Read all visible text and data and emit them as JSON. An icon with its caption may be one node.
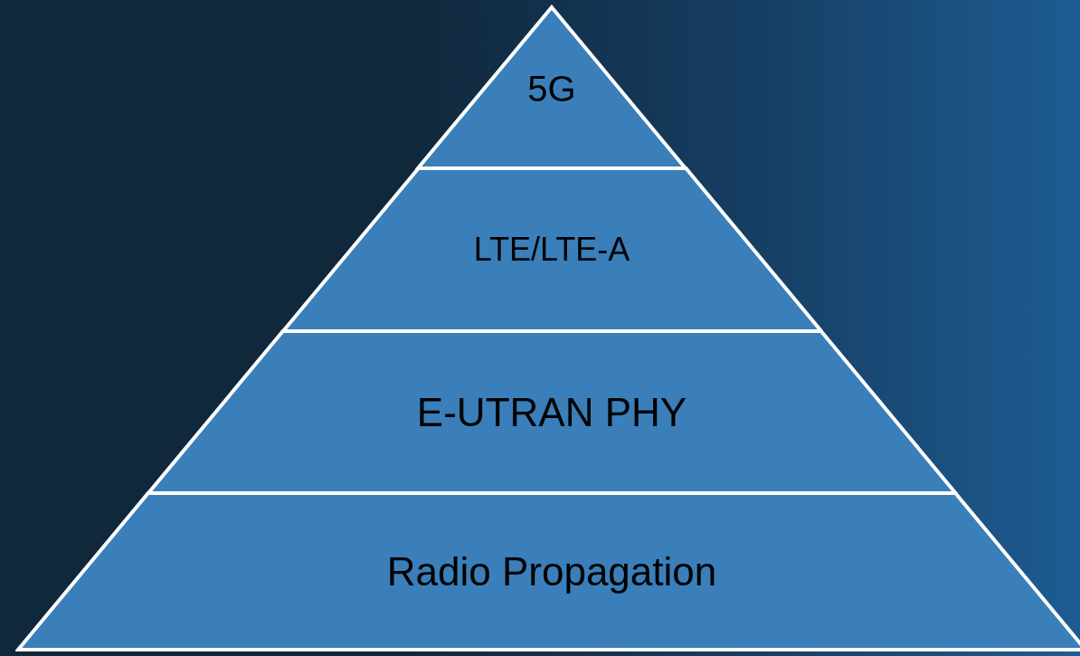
{
  "diagram": {
    "nodes": [
      {
        "text": [
          "5G"
        ]
      },
      {
        "text": [
          "LTE/LTE-A"
        ]
      },
      {
        "text": [
          "E-UTRAN PHY"
        ]
      },
      {
        "text": [
          "Radio Propagation"
        ]
      }
    ]
  }
}
